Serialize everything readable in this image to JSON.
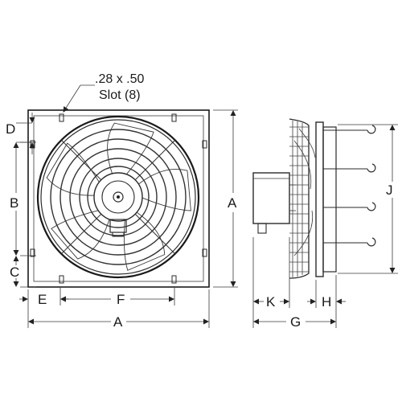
{
  "annotation": {
    "slot_size": ".28 x .50",
    "slot_count": "Slot (8)"
  },
  "front_view": {
    "dimensions": [
      "D",
      "B",
      "C",
      "E",
      "F",
      "A",
      "A"
    ]
  },
  "side_view": {
    "dimensions": [
      "J",
      "K",
      "H",
      "G"
    ]
  }
}
